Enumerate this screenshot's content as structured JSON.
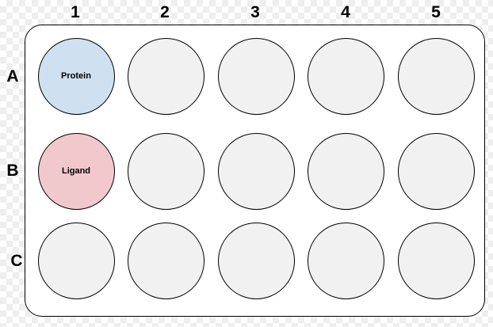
{
  "columns": [
    "1",
    "2",
    "3",
    "4",
    "5"
  ],
  "rows": [
    "A",
    "B",
    "C"
  ],
  "wells": {
    "A1": "Protein",
    "B1": "Ligand"
  },
  "colors": {
    "protein_fill": "#cfe0f1",
    "ligand_fill": "#f1c9cd",
    "empty_fill": "#f1f1f1",
    "outline": "#000000"
  }
}
